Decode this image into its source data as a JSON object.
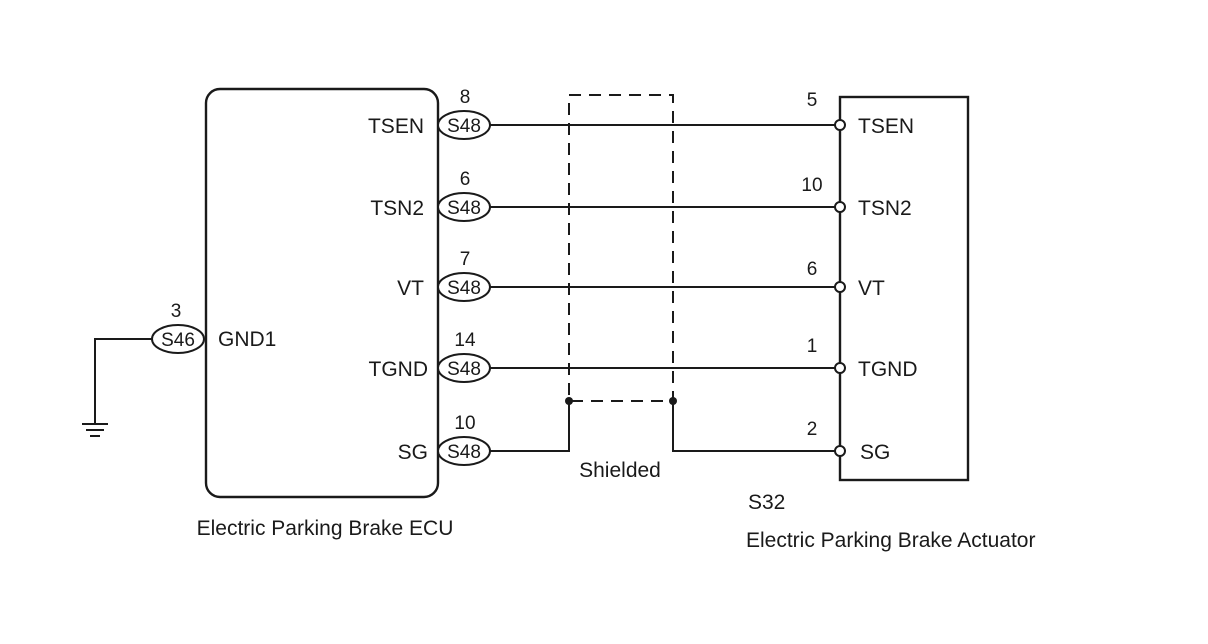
{
  "ecu": {
    "caption": "Electric Parking Brake ECU",
    "ground_terminal": {
      "label": "GND1",
      "connector": "S46",
      "pin": "3"
    },
    "terminals": [
      {
        "label": "TSEN",
        "connector": "S48",
        "pin": "8"
      },
      {
        "label": "TSN2",
        "connector": "S48",
        "pin": "6"
      },
      {
        "label": "VT",
        "connector": "S48",
        "pin": "7"
      },
      {
        "label": "TGND",
        "connector": "S48",
        "pin": "14"
      },
      {
        "label": "SG",
        "connector": "S48",
        "pin": "10"
      }
    ]
  },
  "actuator": {
    "connector": "S32",
    "caption": "Electric Parking Brake Actuator",
    "terminals": [
      {
        "label": "TSEN",
        "pin": "5"
      },
      {
        "label": "TSN2",
        "pin": "10"
      },
      {
        "label": "VT",
        "pin": "6"
      },
      {
        "label": "TGND",
        "pin": "1"
      },
      {
        "label": "SG",
        "pin": "2"
      }
    ]
  },
  "shield": {
    "label": "Shielded"
  }
}
